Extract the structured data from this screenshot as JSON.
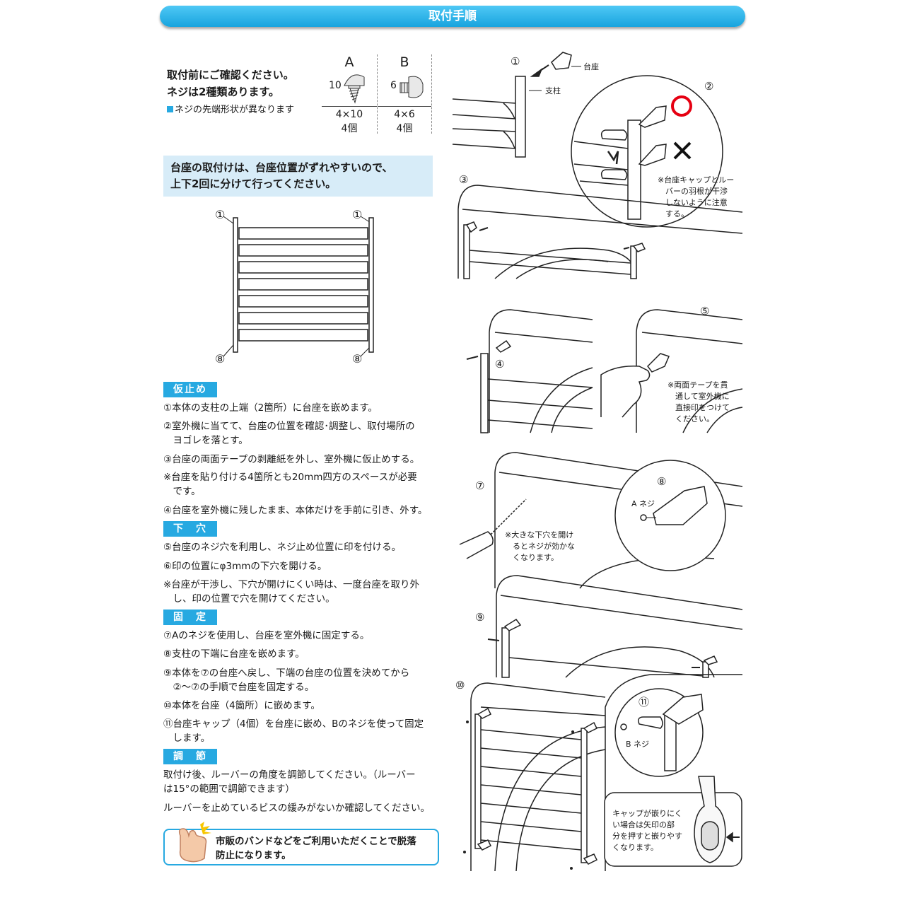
{
  "banner": {
    "title": "取付手順"
  },
  "confirm": {
    "line1": "取付前にご確認ください。",
    "line2": "ネジは2種類あります。",
    "note": "ネジの先端形状が異なります"
  },
  "screws": [
    {
      "label": "A",
      "length": "10",
      "size": "4×10",
      "count": "4個"
    },
    {
      "label": "B",
      "length": "6",
      "size": "4×6",
      "count": "4個"
    }
  ],
  "callout": {
    "line1": "台座の取付けは、台座位置がずれやすいので、",
    "line2": "上下2回に分けて行ってください。"
  },
  "frame_labels": {
    "top_left": "①",
    "top_right": "①",
    "bottom_left": "⑧",
    "bottom_right": "⑧"
  },
  "sections": {
    "kari": "仮止め",
    "shita": "下　穴",
    "kotei": "固　定",
    "chousetsu": "調　節"
  },
  "steps": {
    "s1": "①本体の支柱の上端（2箇所）に台座を嵌めます。",
    "s2a": "②室外機に当てて、台座の位置を確認･調整し、取付場所の",
    "s2b": "　ヨゴレを落とす。",
    "s3": "③台座の両面テープの剥離紙を外し、室外機に仮止めする。",
    "n1a": "※台座を貼り付ける4箇所とも20mm四方のスペースが必要",
    "n1b": "　です。",
    "s4": "④台座を室外機に残したまま、本体だけを手前に引き、外す。",
    "s5": "⑤台座のネジ穴を利用し、ネジ止め位置に印を付ける。",
    "s6": "⑥印の位置にφ3mmの下穴を開ける。",
    "n2a": "※台座が干渉し、下穴が開けにくい時は、一度台座を取り外",
    "n2b": "　し、印の位置で穴を開けてください。",
    "s7": "⑦Aのネジを使用し、台座を室外機に固定する。",
    "s8": "⑧支柱の下端に台座を嵌めます。",
    "s9a": "⑨本体を⑦の台座へ戻し、下端の台座の位置を決めてから",
    "s9b": "　②～⑦の手順で台座を固定する。",
    "s10": "⑩本体を台座（4箇所）に嵌めます。",
    "s11a": "⑪台座キャップ（4個）を台座に嵌め、Bのネジを使って固定",
    "s11b": "　します。",
    "adj1": "取付け後、ルーバーの角度を調節してください。（ルーバー",
    "adj2": "は15°の範囲で調節できます）",
    "adj3": "ルーバーを止めているビスの緩みがないか確認してください。"
  },
  "tip": {
    "line1": "市販のバンドなどをご利用いただくことで脱落",
    "line2": "防止になります。"
  },
  "diagrams": {
    "d1_num": "①",
    "d1_base": "台座",
    "d1_post": "支柱",
    "d2_num": "②",
    "d2_note1": "※台座キャップとルー",
    "d2_note2": "　バーの羽根が干渉",
    "d2_note3": "　しないように注意",
    "d2_note4": "　する。",
    "d3_num": "③",
    "d4_num": "④",
    "d5_num": "⑤",
    "d5_note1": "※両面テープを貫",
    "d5_note2": "　通して室外機に",
    "d5_note3": "　直接印をつけて",
    "d5_note4": "　ください。",
    "d7_num": "⑦",
    "d7_note1": "※大きな下穴を開け",
    "d7_note2": "　るとネジが効かな",
    "d7_note3": "　くなります。",
    "d8_num": "⑧",
    "d8_screw": "A ネジ",
    "d9_num": "⑨",
    "d10_num": "⑩",
    "d11_num": "⑪",
    "d11_screw": "B ネジ",
    "cap_note1": "キャップが嵌りにく",
    "cap_note2": "い場合は矢印の部",
    "cap_note3": "分を押すと嵌りやす",
    "cap_note4": "くなります。"
  },
  "colors": {
    "accent": "#27a9e1",
    "callout_bg": "#d7ecf8",
    "ok_mark": "#e60012"
  }
}
